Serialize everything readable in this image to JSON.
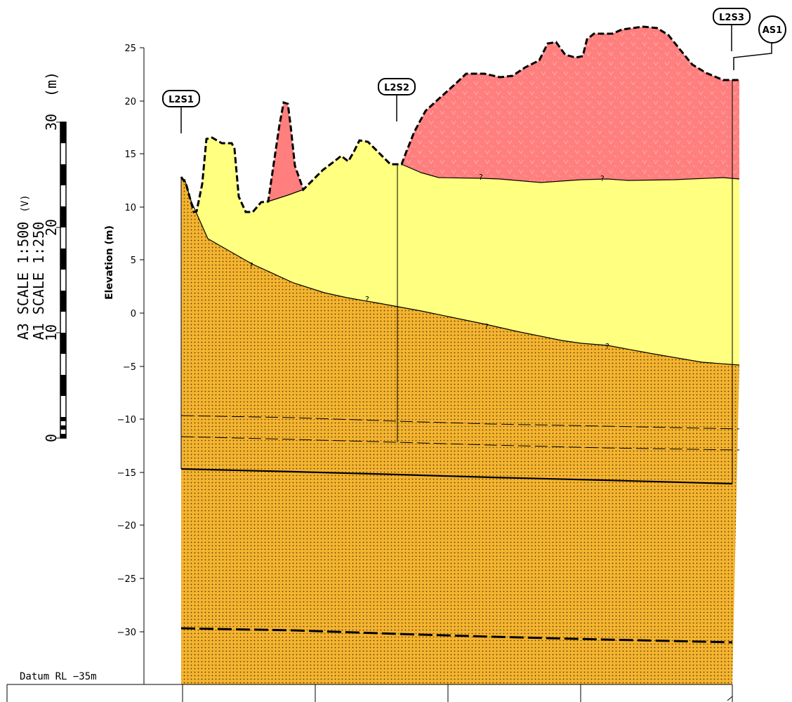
{
  "axis": {
    "title": "Elevation (m)",
    "ticks": [
      25,
      20,
      15,
      10,
      5,
      0,
      -5,
      -10,
      -15,
      -20,
      -25,
      -30
    ]
  },
  "tick_text": {
    "t25": "25",
    "t20": "20",
    "t15": "15",
    "t10": "10",
    "t5": "5",
    "t0": "0",
    "tm5": "−5",
    "tm10": "−10",
    "tm15": "−15",
    "tm20": "−20",
    "tm25": "−25",
    "tm30": "−30"
  },
  "boreholes": [
    {
      "id": "b1",
      "label": "L2S1"
    },
    {
      "id": "b2",
      "label": "L2S2"
    },
    {
      "id": "b3",
      "label": "L2S3"
    }
  ],
  "section_tag": "AS1",
  "datum": "Datum   RL  −35m",
  "scale_bar": {
    "unit": "(m)",
    "labels": [
      "0",
      "10",
      "20",
      "30"
    ],
    "line1": "A3  SCALE  1:500",
    "v_mark": "(V)",
    "line2": "A1  SCALE  1:250"
  },
  "uncertain_marks": [
    "?",
    "?",
    "?",
    "?",
    "?",
    "?"
  ],
  "colors": {
    "fill_unit": "#ff7f7f",
    "yellow_unit": "#ffff80",
    "orange_unit": "#f4b430",
    "line": "#000000"
  }
}
